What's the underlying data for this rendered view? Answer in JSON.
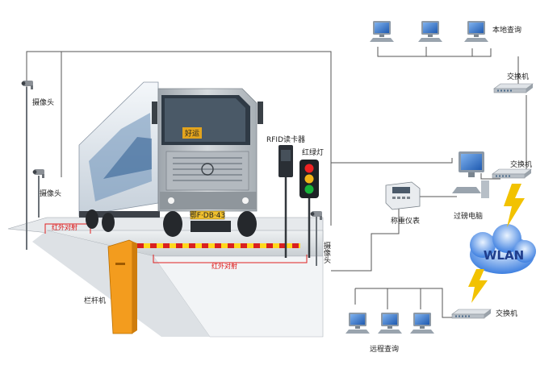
{
  "labels": {
    "camera_left_1": "摄像头",
    "camera_left_2": "摄像头",
    "infrared_left": "红外对射",
    "infrared_bottom": "红外对射",
    "barrier_gate": "栏杆机",
    "rfid_reader": "RFID读卡器",
    "traffic_light": "红绿灯",
    "camera_right": "摄像头",
    "weighing_indicator": "称重仪表",
    "weighbridge_pc": "过磅电脑",
    "local_query": "本地查询",
    "switch_top": "交换机",
    "switch_mid": "交换机",
    "switch_bottom": "交换机",
    "remote_query": "远程查询",
    "wlan": "WLAN"
  },
  "truck": {
    "cab_sign": "好运",
    "plate": "鄂F·DB·43"
  },
  "colors": {
    "line": "#555555",
    "wire_red": "#e02020",
    "platform": "#d7dde2",
    "gate": "#f39c1e",
    "truck_cab": "#c8ccd0",
    "trailer": "#dfe6ee",
    "monitor": "#2f6fc0",
    "cloud": "#3a78d8",
    "lightning": "#f2c200"
  }
}
